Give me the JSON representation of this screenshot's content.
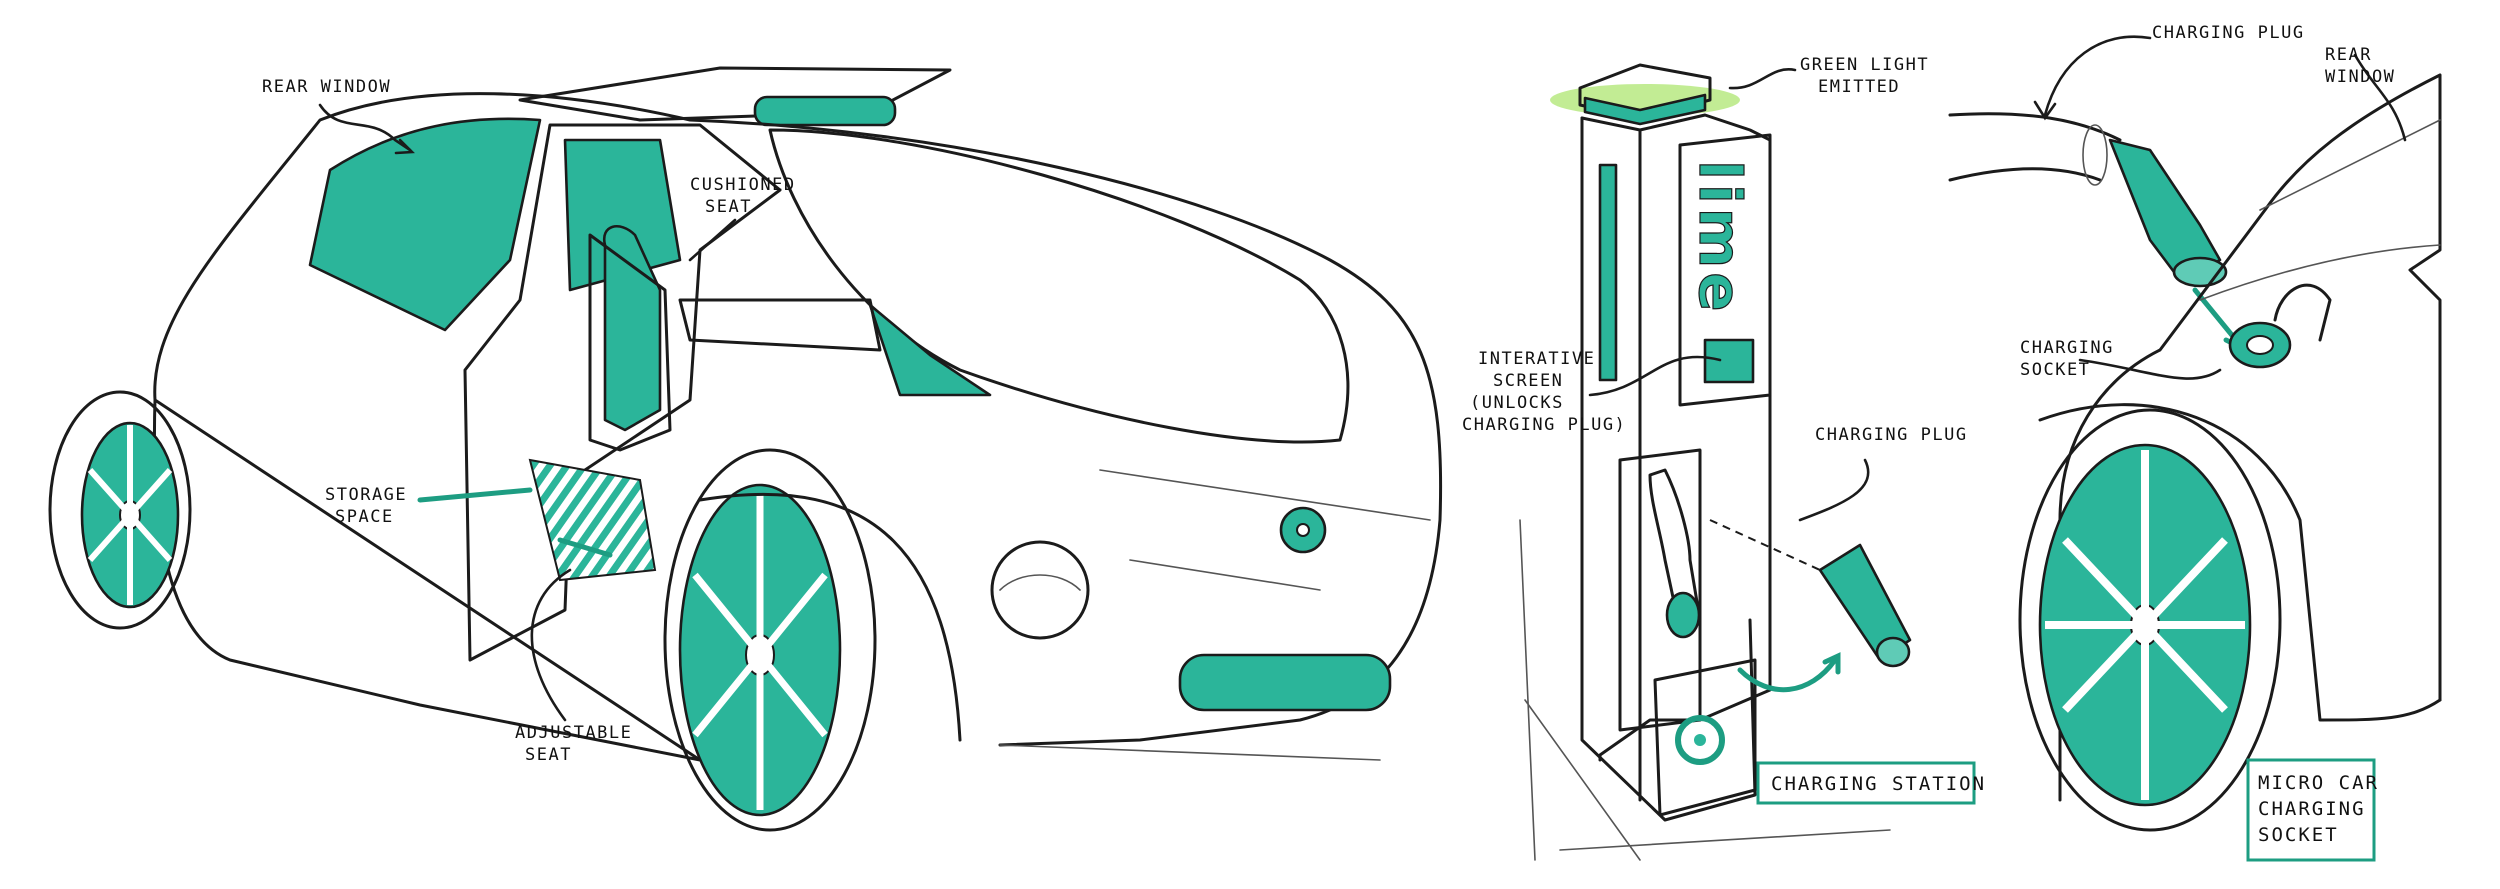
{
  "labels": {
    "rear_window_left": "REAR WINDOW",
    "cushioned_seat": [
      "CUSHIONED",
      "SEAT"
    ],
    "storage_space": [
      "STORAGE",
      "SPACE"
    ],
    "adjustable_seat": [
      "ADJUSTABLE",
      "SEAT"
    ],
    "green_light": [
      "GREEN LIGHT",
      "EMITTED"
    ],
    "interactive_screen": [
      "INTERATIVE",
      "SCREEN",
      "(UNLOCKS",
      "CHARGING PLUG)"
    ],
    "charging_plug_station": "CHARGING PLUG",
    "charging_station_box": "CHARGING STATION",
    "charging_plug_right": "CHARGING PLUG",
    "rear_window_right": [
      "REAR",
      "WINDOW"
    ],
    "charging_socket": [
      "CHARGING",
      "SOCKET"
    ],
    "micro_car_box": [
      "MICRO CAR",
      "CHARGING",
      "SOCKET"
    ]
  },
  "brand": "lime",
  "colors": {
    "teal": "#2bb59a",
    "teal_light": "#5fcbb6",
    "teal_dark": "#1d9d82",
    "green_glow": "#8fdc3c",
    "ink": "#1b1b1b"
  }
}
